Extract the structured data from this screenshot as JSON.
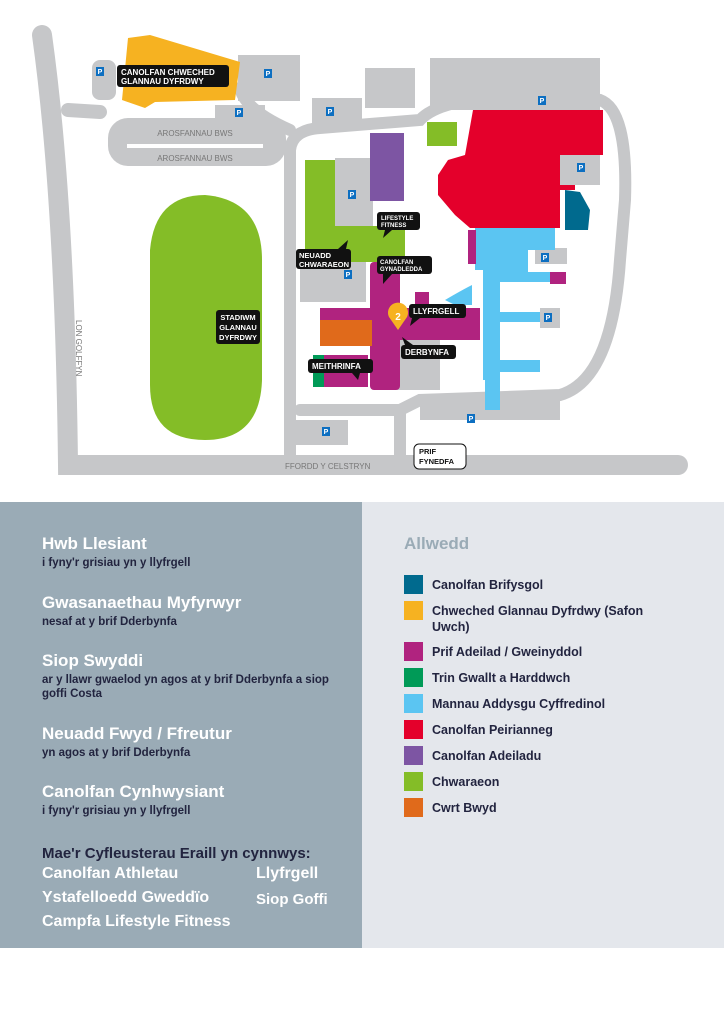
{
  "map": {
    "labels": {
      "sixth_form_1": "CANOLFAN CHWECHED",
      "sixth_form_2": "GLANNAU DYFRDWY",
      "bus_stops_1": "AROSFANNAU BWS",
      "bus_stops_2": "AROSFANNAU BWS",
      "stadium_1": "STADIWM",
      "stadium_2": "GLANNAU",
      "stadium_3": "DYFRDWY",
      "lifestyle_1": "LIFESTYLE",
      "lifestyle_2": "FITNESS",
      "sports_hall_1": "NEUADD",
      "sports_hall_2": "CHWARAEON",
      "conference_1": "CANOLFAN",
      "conference_2": "GYNADLEDDA",
      "library": "LLYFRGELL",
      "reception": "DERBYNFA",
      "nursery": "MEITHRINFA",
      "main_entrance_1": "PRIF",
      "main_entrance_2": "FYNEDFA",
      "road_south": "FFORDD Y CELSTRYN",
      "road_west": "LON GOLFFYN",
      "pin_number": "2",
      "parking": "P"
    }
  },
  "services": [
    {
      "title": "Hwb Llesiant",
      "desc": "i fyny'r grisiau yn y llyfrgell"
    },
    {
      "title": "Gwasanaethau Myfyrwyr",
      "desc": "nesaf at y brif Dderbynfa"
    },
    {
      "title": "Siop Swyddi",
      "desc": "ar y llawr gwaelod yn agos at y brif Dderbynfa a siop goffi Costa"
    },
    {
      "title": "Neuadd Fwyd / Ffreutur",
      "desc": "yn agos at y brif Dderbynfa"
    },
    {
      "title": "Canolfan Cynhwysiant",
      "desc": "i fyny'r grisiau yn y llyfrgell"
    }
  ],
  "other_facilities": {
    "title": "Mae'r Cyfleusterau Eraill yn cynnwys:",
    "items": [
      "Canolfan Athletau",
      "Llyfrgell",
      "Ystafelloedd Gweddïo",
      "Siop Goffi",
      "Campfa Lifestyle Fitness"
    ]
  },
  "key": {
    "title": "Allwedd",
    "items": [
      {
        "label": "Canolfan Brifysgol",
        "color": "#006a8e"
      },
      {
        "label": "Chweched Glannau Dyfrdwy (Safon Uwch)",
        "color": "#f6b221"
      },
      {
        "label": "Prif Adeilad / Gweinyddol",
        "color": "#b0237f"
      },
      {
        "label": "Trin Gwallt a Harddwch",
        "color": "#009a57"
      },
      {
        "label": "Mannau Addysgu Cyffredinol",
        "color": "#5bc5f2"
      },
      {
        "label": "Canolfan Peirianneg",
        "color": "#e4002b"
      },
      {
        "label": "Canolfan Adeiladu",
        "color": "#7d55a3"
      },
      {
        "label": "Chwaraeon",
        "color": "#84bd27"
      },
      {
        "label": "Cwrt Bwyd",
        "color": "#e06a1b"
      }
    ]
  }
}
